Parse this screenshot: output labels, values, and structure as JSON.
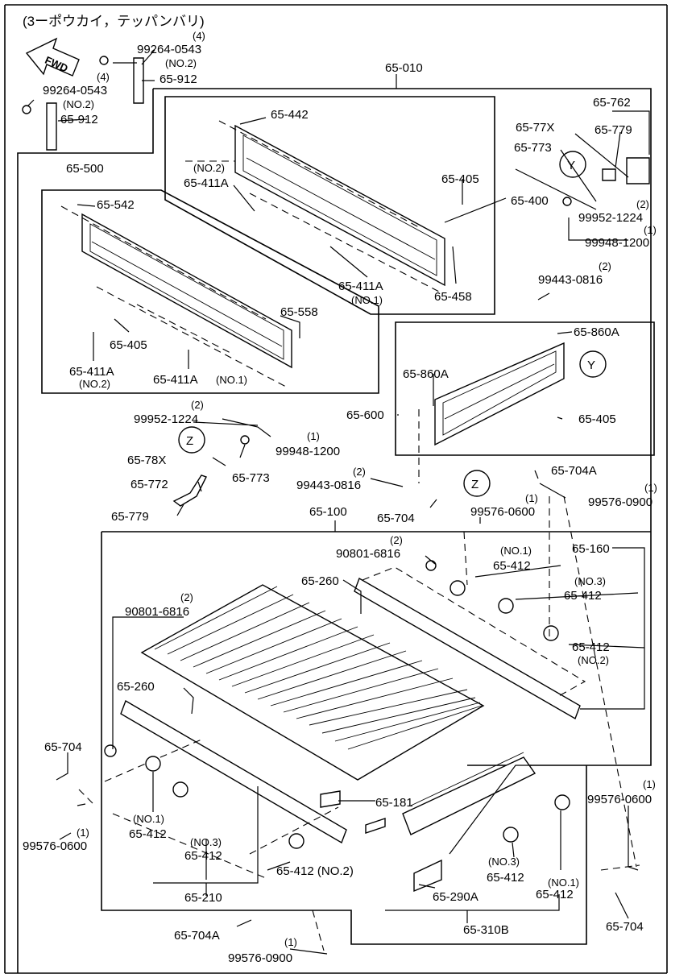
{
  "title": "(3ーポウカイ，テッパンバリ)",
  "fwd_label": "FWD",
  "labels": {
    "l1_qty": "(4)",
    "l1": "99264-0543",
    "l2_qty": "(4)",
    "l2": "99264-0543",
    "l3_note": "(NO.2)",
    "l3": "65-912",
    "l4_note": "(NO.2)",
    "l4": "65-912",
    "l5": "65-010",
    "l6": "65-762",
    "l7": "65-442",
    "l8": "65-77X",
    "l9": "65-779",
    "l10": "65-773",
    "l11": "65-500",
    "l12_note": "(NO.2)",
    "l12": "65-411A",
    "l13": "65-405",
    "l14": "65-400",
    "l15": "65-542",
    "l16_qty": "(2)",
    "l16": "99952-1224",
    "l17_qty": "(1)",
    "l17": "99948-1200",
    "l18": "65-411A",
    "l18_note": "(NO.1)",
    "l19": "65-458",
    "l20_qty": "(2)",
    "l20": "99443-0816",
    "l21": "65-558",
    "l22": "65-860A",
    "l23": "65-405",
    "l24": "65-411A",
    "l24_note": "(NO.2)",
    "l25": "65-411A",
    "l25_note": "(NO.1)",
    "l26": "65-860A",
    "l27": "65-405",
    "l28": "65-600",
    "l29_qty": "(2)",
    "l29": "99952-1224",
    "l30_qty": "(1)",
    "l30": "99948-1200",
    "l31": "65-78X",
    "l32": "65-773",
    "l33": "65-772",
    "l34_qty": "(2)",
    "l34": "99443-0816",
    "l35": "65-704A",
    "l36_qty": "(1)",
    "l36": "99576-0900",
    "l37": "65-779",
    "l38": "65-704",
    "l39_qty": "(1)",
    "l39": "99576-0600",
    "l40": "65-100",
    "l41": "65-160",
    "l42_qty": "(2)",
    "l42": "90801-6816",
    "l43_note": "(NO.1)",
    "l43": "65-412",
    "l44": "65-260",
    "l45_note": "(NO.3)",
    "l45": "65-412",
    "l46_qty": "(2)",
    "l46": "90801-6816",
    "l47": "65-412",
    "l47_note": "(NO.2)",
    "l48": "65-260",
    "l49": "65-704",
    "l50_qty": "(1)",
    "l50": "99576-0600",
    "l51": "65-181",
    "l52_qty": "(1)",
    "l52": "99576-0600",
    "l53_note": "(NO.1)",
    "l53": "65-412",
    "l54_note": "(NO.3)",
    "l54": "65-412",
    "l55": "65-412 (NO.2)",
    "l56_note": "(NO.3)",
    "l56": "65-412",
    "l57_note": "(NO.1)",
    "l57": "65-412",
    "l58": "65-290A",
    "l59": "65-210",
    "l60": "65-310B",
    "l61": "65-704",
    "l62": "65-704A",
    "l63_qty": "(1)",
    "l63": "99576-0900"
  },
  "callouts": {
    "y1": "Y",
    "y2": "Y",
    "z1": "Z",
    "z2": "Z"
  }
}
